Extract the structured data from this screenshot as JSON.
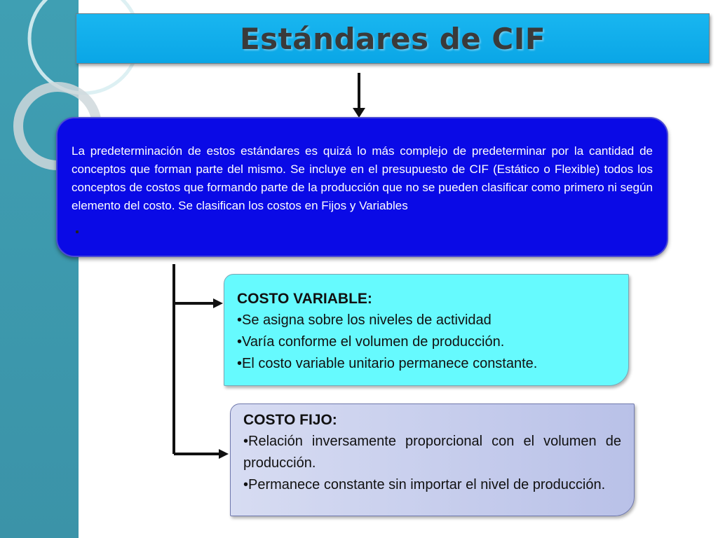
{
  "title": "Estándares de CIF",
  "description": "La predeterminación de estos estándares es quizá lo más complejo de predeterminar por la cantidad de conceptos que forman parte del mismo. Se incluye en el presupuesto de CIF (Estático o Flexible) todos los conceptos de costos que formando parte de la producción que no se pueden clasificar como primero ni según elemento del costo.  Se clasifican los costos en Fijos y Variables",
  "costo_variable": {
    "heading": "COSTO VARIABLE:",
    "items": [
      "•Se asigna sobre los niveles de actividad",
      "•Varía conforme el volumen de producción.",
      "•El costo variable unitario permanece constante."
    ]
  },
  "costo_fijo": {
    "heading": "COSTO FIJO:",
    "items": [
      "•Relación inversamente proporcional con el volumen de producción.",
      "•Permanece constante sin importar el nivel de producción."
    ]
  },
  "colors": {
    "title_bar": "#0aa6e6",
    "main_box": "#0a0ae6",
    "variable_box": "#66fafe",
    "fijo_box": "#c4cbec",
    "sidebar": "#3f9fb3"
  }
}
